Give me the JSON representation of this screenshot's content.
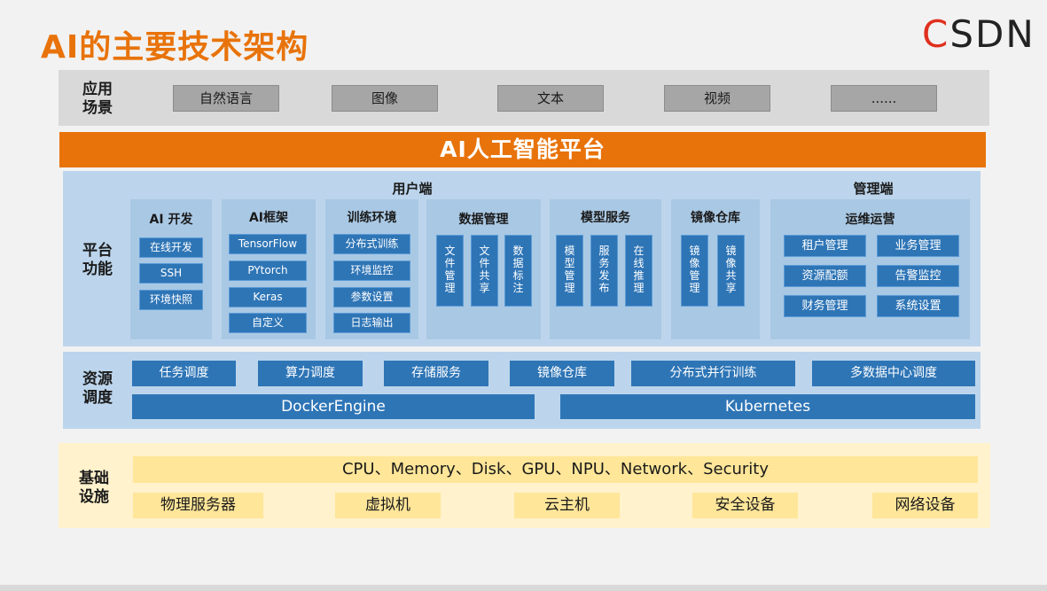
{
  "title": "AI的主要技术架构",
  "logo": {
    "c": "C",
    "sdn": "SDN"
  },
  "scenes": {
    "label": [
      "应用",
      "场景"
    ],
    "items": [
      "自然语言",
      "图像",
      "文本",
      "视频",
      "......"
    ]
  },
  "platform_title": "AI人工智能平台",
  "functions": {
    "label": [
      "平台",
      "功能"
    ],
    "user_side": "用户端",
    "admin_side": "管理端",
    "ai_dev": {
      "title": "AI 开发",
      "items": [
        "在线开发",
        "SSH",
        "环境快照"
      ]
    },
    "ai_framework": {
      "title": "AI框架",
      "items": [
        "TensorFlow",
        "PYtorch",
        "Keras",
        "自定义"
      ]
    },
    "training_env": {
      "title": "训练环境",
      "items": [
        "分布式训练",
        "环境监控",
        "参数设置",
        "日志输出"
      ]
    },
    "data_mgmt": {
      "title": "数据管理",
      "items": [
        "文件管理",
        "文件共享",
        "数据标注"
      ]
    },
    "model_service": {
      "title": "模型服务",
      "items": [
        "模型管理",
        "服务发布",
        "在线推理"
      ]
    },
    "image_repo": {
      "title": "镜像仓库",
      "items": [
        "镜像管理",
        "镜像共享"
      ]
    },
    "ops": {
      "title": "运维运营",
      "items": [
        "租户管理",
        "业务管理",
        "资源配额",
        "告警监控",
        "财务管理",
        "系统设置"
      ]
    }
  },
  "resources": {
    "label": [
      "资源",
      "调度"
    ],
    "items": [
      "任务调度",
      "算力调度",
      "存储服务",
      "镜像仓库",
      "分布式并行训练",
      "多数据中心调度"
    ],
    "engines": [
      "DockerEngine",
      "Kubernetes"
    ]
  },
  "infrastructure": {
    "label": [
      "基础",
      "设施"
    ],
    "line": "CPU、Memory、Disk、GPU、NPU、Network、Security",
    "items": [
      "物理服务器",
      "虚拟机",
      "云主机",
      "安全设备",
      "网络设备"
    ]
  }
}
